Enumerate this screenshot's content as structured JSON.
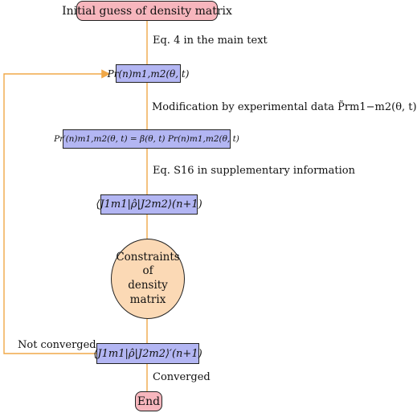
{
  "colors": {
    "terminal_fill": "#f7b6bd",
    "process_fill": "#b3b6f3",
    "decision_fill": "#fbd9b5",
    "connector": "#f0a848",
    "border": "#222222"
  },
  "nodes": {
    "start": "Initial guess of density matrix",
    "prob": "Pr(n)m1,m2(θ, t)",
    "prob_modified": "Pr′(n)m1,m2(θ, t) = β(θ, t) Pr(n)m1,m2(θ, t)",
    "expectation": "⟨J1m1|ρ̂|J2m2⟩(n+1)",
    "constraints_line1": "Constraints of",
    "constraints_line2": "density matrix",
    "expectation_constrained": "⟨J1m1|ρ̂|J2m2⟩′(n+1)",
    "end": "End"
  },
  "edges": {
    "eq4": "Eq. 4 in the main text",
    "modification": "Modification by experimental data P̃rm1−m2(θ, t)",
    "eqs16": "Eq. S16 in supplementary information",
    "not_converged": "Not converged",
    "converged": "Converged"
  }
}
